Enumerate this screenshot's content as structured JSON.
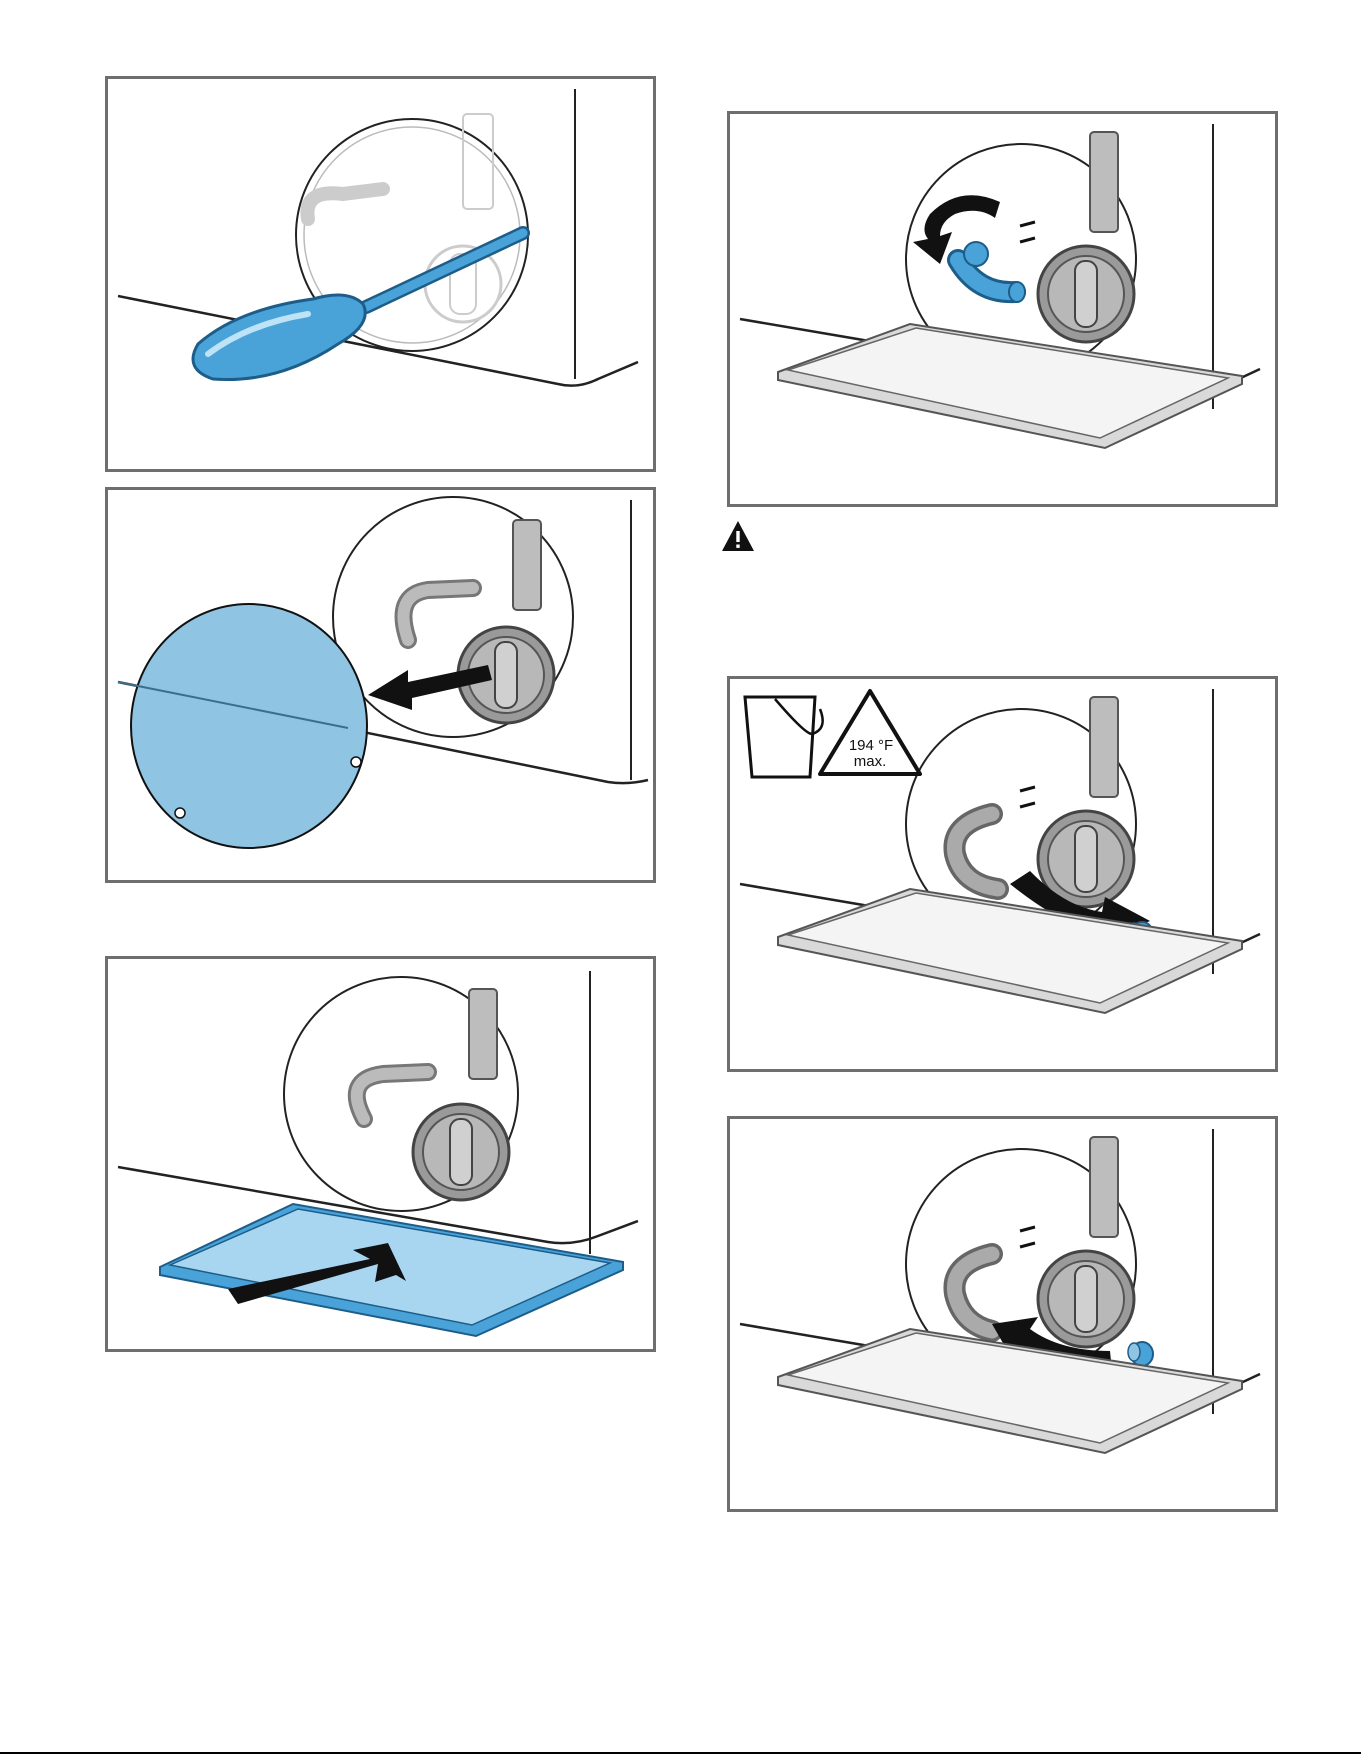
{
  "figures": [
    {
      "id": "fig-1",
      "name": "figure-remove-cover-screwdriver"
    },
    {
      "id": "fig-2",
      "name": "figure-remove-cover-plate"
    },
    {
      "id": "fig-3",
      "name": "figure-insert-tray"
    },
    {
      "id": "fig-4",
      "name": "figure-pull-out-hose"
    },
    {
      "id": "fig-5",
      "name": "figure-drain-water"
    },
    {
      "id": "fig-6",
      "name": "figure-replace-cap"
    }
  ],
  "warning": {
    "icon": "warning-triangle-icon"
  },
  "drain_symbol": {
    "temperature": "194",
    "unit": "°F",
    "limit": "max."
  },
  "colors": {
    "accent_blue": "#4aa3d8",
    "light_blue": "#9fd0ee",
    "frame_gray": "#6e6e6e",
    "part_gray": "#a9a9a9"
  }
}
